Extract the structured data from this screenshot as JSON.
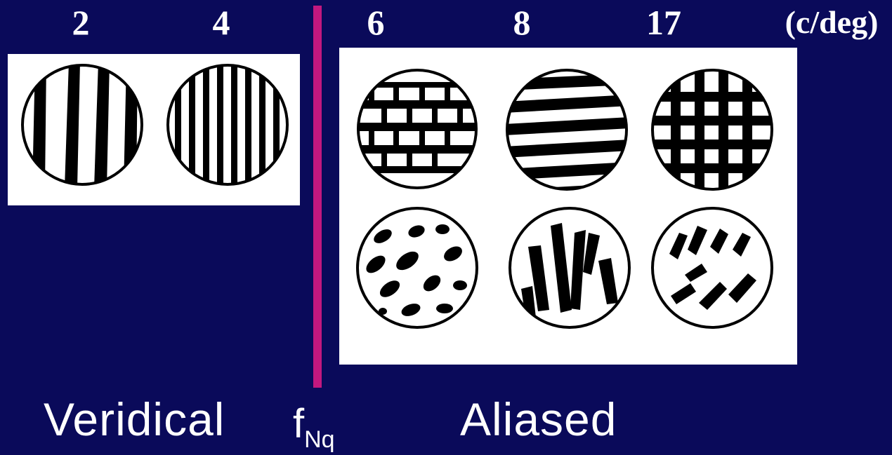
{
  "frequencies": {
    "f2": "2",
    "f4": "4",
    "f6": "6",
    "f8": "8",
    "f17": "17"
  },
  "unit": "(c/deg)",
  "labels": {
    "veridical": "Veridical",
    "nyquist_main": "f",
    "nyquist_sub": "Nq",
    "aliased": "Aliased"
  },
  "colors": {
    "background": "#0a0a5a",
    "divider": "#c2187f",
    "panel": "#ffffff",
    "ink": "#000000"
  }
}
